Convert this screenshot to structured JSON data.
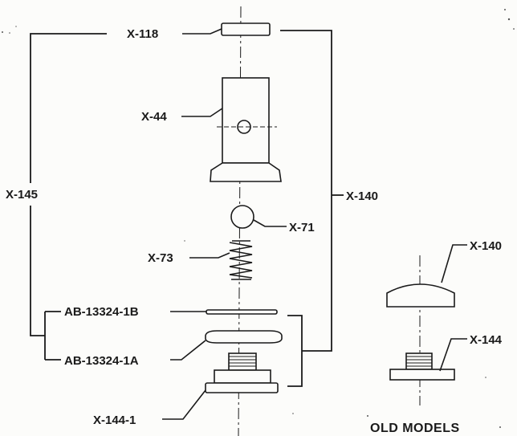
{
  "labels": {
    "x118": "X-118",
    "x44": "X-44",
    "x145": "X-145",
    "x71": "X-71",
    "x140_main": "X-140",
    "x73": "X-73",
    "ab1b": "AB-13324-1B",
    "ab1a": "AB-13324-1A",
    "x1441": "X-144-1",
    "x140_old": "X-140",
    "x144_old": "X-144",
    "old_models": "OLD MODELS"
  }
}
